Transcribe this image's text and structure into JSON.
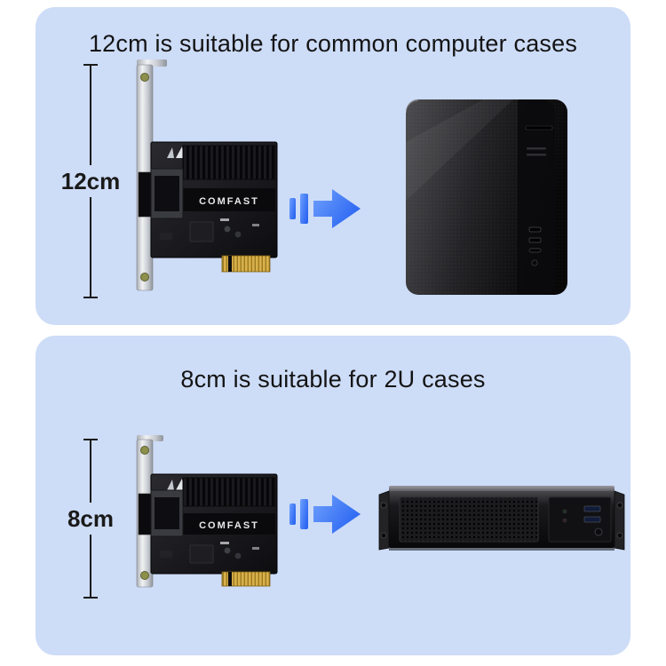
{
  "colors": {
    "page_bg": "#ffffff",
    "panel_bg": "#cddcf7",
    "title_text": "#141414",
    "measure_text": "#1a1a1a",
    "arrow_light": "#6fa0fc",
    "arrow_dark": "#2b66f2",
    "gold": "#d9b04a"
  },
  "panels": [
    {
      "title": "12cm is suitable for common computer cases",
      "measurement_label": "12cm",
      "card": {
        "brand": "COMFAST",
        "type": "pcie-network-card-12cm-bracket"
      },
      "case": {
        "type": "tower-computer-case"
      }
    },
    {
      "title": "8cm is suitable for 2U cases",
      "measurement_label": "8cm",
      "card": {
        "brand": "COMFAST",
        "type": "pcie-network-card-8cm-bracket"
      },
      "case": {
        "type": "2u-rack-case"
      }
    }
  ]
}
